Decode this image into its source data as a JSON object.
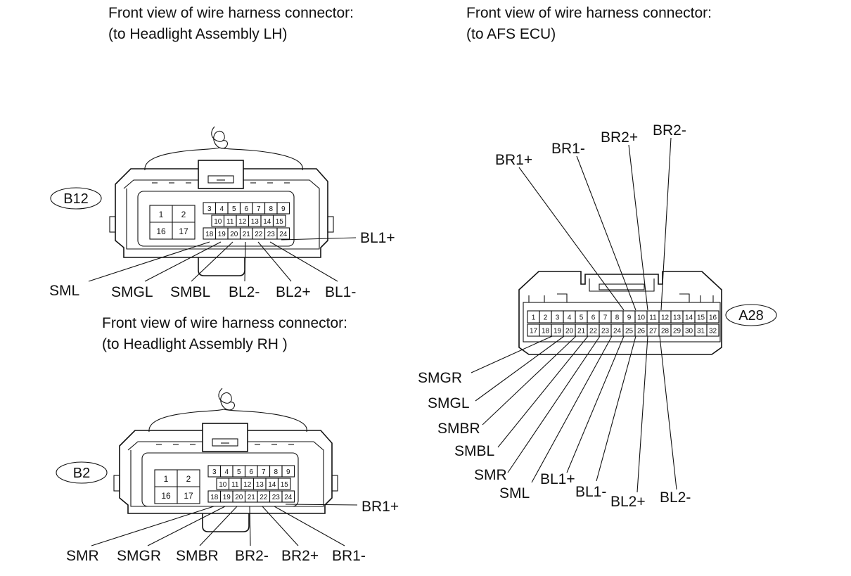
{
  "headers": {
    "lh": {
      "line1": "Front view of wire harness connector:",
      "line2": "(to Headlight Assembly LH)"
    },
    "ecu": {
      "line1": "Front view of wire harness connector:",
      "line2": "(to AFS ECU)"
    },
    "rh": {
      "line1": "Front view of wire harness connector:",
      "line2": "(to Headlight Assembly RH )"
    }
  },
  "connectors": {
    "b12": {
      "id": "B12",
      "big_pins": [
        "1",
        "2",
        "16",
        "17"
      ],
      "row1": [
        "3",
        "4",
        "5",
        "6",
        "7",
        "8",
        "9"
      ],
      "row2": [
        "10",
        "11",
        "12",
        "13",
        "14",
        "15"
      ],
      "row3": [
        "18",
        "19",
        "20",
        "21",
        "22",
        "23",
        "24"
      ],
      "labels": {
        "pin24": "BL1+",
        "pin18": "SML",
        "pin19": "SMGL",
        "pin20": "SMBL",
        "pin21": "BL2-",
        "pin22": "BL2+",
        "pin23": "BL1-"
      }
    },
    "b2": {
      "id": "B2",
      "big_pins": [
        "1",
        "2",
        "16",
        "17"
      ],
      "row1": [
        "3",
        "4",
        "5",
        "6",
        "7",
        "8",
        "9"
      ],
      "row2": [
        "10",
        "11",
        "12",
        "13",
        "14",
        "15"
      ],
      "row3": [
        "18",
        "19",
        "20",
        "21",
        "22",
        "23",
        "24"
      ],
      "labels": {
        "pin24": "BR1+",
        "pin18": "SMR",
        "pin19": "SMGR",
        "pin20": "SMBR",
        "pin21": "BR2-",
        "pin22": "BR2+",
        "pin23": "BR1-"
      }
    },
    "a28": {
      "id": "A28",
      "row1": [
        "1",
        "2",
        "3",
        "4",
        "5",
        "6",
        "7",
        "8",
        "9",
        "10",
        "11",
        "12",
        "13",
        "14",
        "15",
        "16"
      ],
      "row2": [
        "17",
        "18",
        "19",
        "20",
        "21",
        "22",
        "23",
        "24",
        "25",
        "26",
        "27",
        "28",
        "29",
        "30",
        "31",
        "32"
      ],
      "labels": {
        "pin9": "BR1+",
        "pin10": "BR1-",
        "pin11": "BR2+",
        "pin12": "BR2-",
        "pin18": "SMGR",
        "pin19": "SMGL",
        "pin20": "SMBR",
        "pin21": "SMBL",
        "pin22": "SMR",
        "pin23": "SML",
        "pin24": "BL1+",
        "pin25": "BL1-",
        "pin26": "BL2+",
        "pin27": "BL2-"
      }
    }
  }
}
